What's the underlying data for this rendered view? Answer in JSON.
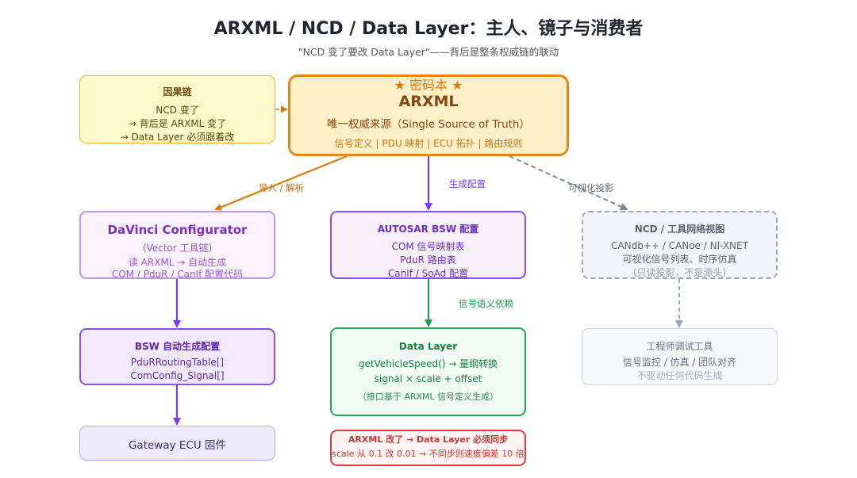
{
  "header": {
    "title": "ARXML / NCD / Data Layer：主人、镜子与消费者",
    "subtitle": "\"NCD 变了要改 Data Layer\"——背后是整条权威链的联动"
  },
  "causal_box": {
    "title": "因果链",
    "lines": [
      "NCD 变了",
      "→ 背后是 ARXML 变了",
      "→ Data Layer 必须跟着改"
    ]
  },
  "arxml_box": {
    "badge": "★ 密码本 ★",
    "name": "ARXML",
    "desc": "唯一权威来源（Single Source of Truth）",
    "tags": "信号定义 | PDU 映射 | ECU 拓扑 | 路由规则"
  },
  "davinci_box": {
    "title": "DaVinci Configurator",
    "subtitle": "（Vector 工具链）",
    "lines": [
      "读 ARXML → 自动生成",
      "COM / PduR / CanIf 配置代码"
    ]
  },
  "bsw_config_box": {
    "title": "AUTOSAR BSW 配置",
    "lines": [
      "COM 信号映射表",
      "PduR 路由表",
      "CanIf / SoAd 配置"
    ]
  },
  "ncd_box": {
    "title": "NCD / 工具网络视图",
    "lines": [
      "CANdb++ / CANoe / NI-XNET",
      "可视化信号列表、时序仿真",
      "（只读投影，不是源头）"
    ]
  },
  "bsw_gen_box": {
    "title": "BSW 自动生成配置",
    "lines": [
      "PduRRoutingTable[]",
      "ComConfig_Signal[]"
    ]
  },
  "data_layer_box": {
    "title": "Data Layer",
    "lines": [
      "getVehicleSpeed() → 量纲转换",
      "signal × scale + offset"
    ],
    "note": "（接口基于 ARXML 信号定义生成）"
  },
  "eng_tool_box": {
    "title": "工程师调试工具",
    "lines": [
      "信号监控 / 仿真 / 团队对齐",
      "不驱动任何代码生成"
    ]
  },
  "gateway_box": {
    "title": "Gateway ECU 固件"
  },
  "warning_box": {
    "title": "ARXML 改了 → Data Layer 必须同步",
    "detail": "scale 从 0.1 改 0.01 → 不同步则速度偏差 10 倍"
  },
  "edges": {
    "import_parse": "导入 / 解析",
    "generate_config": "生成配置",
    "visual_projection": "可视化投影",
    "signal_semantics": "信号语义依赖"
  },
  "colors": {
    "orange": "#d97a0d",
    "purple": "#7c3aed",
    "green": "#1f9d4f",
    "gray": "#8a95a8",
    "red": "#d6403a"
  }
}
